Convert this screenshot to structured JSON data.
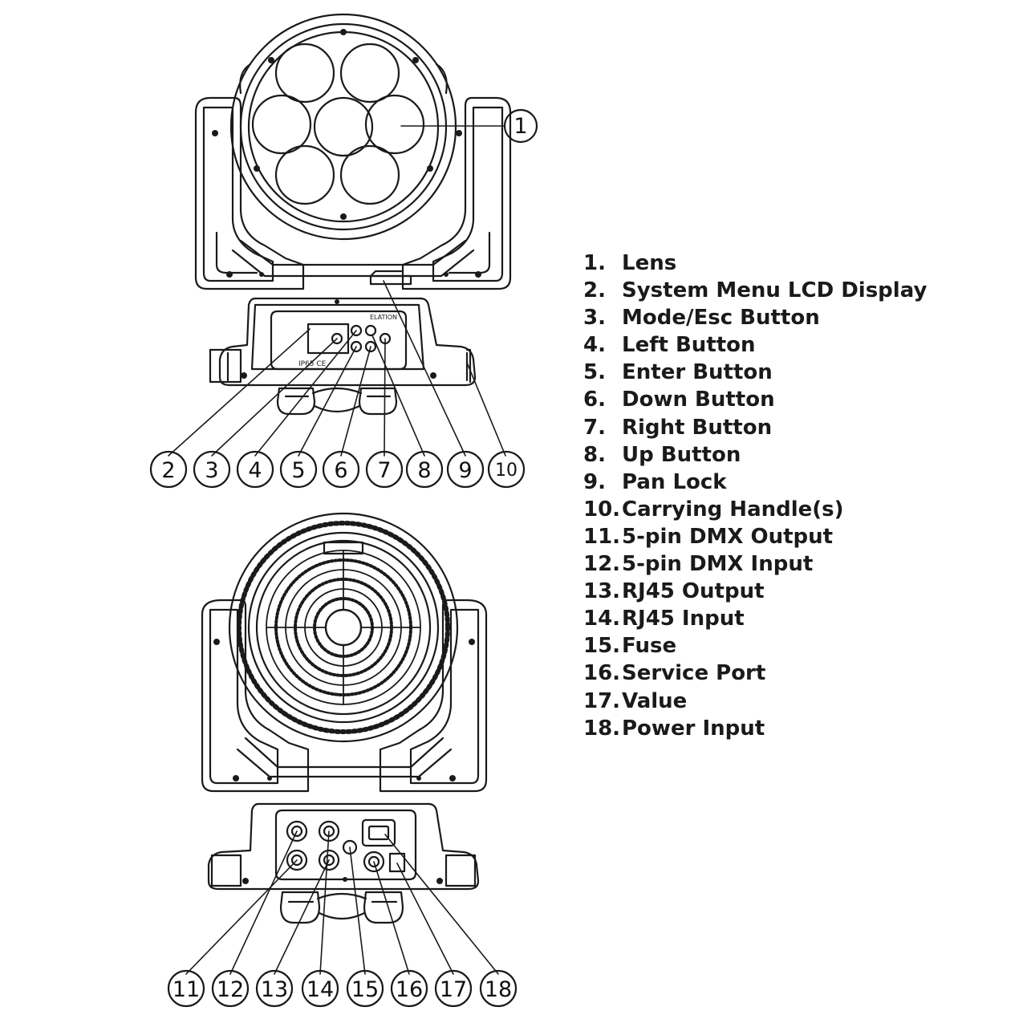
{
  "legend": [
    {
      "num": "1.",
      "label": "Lens"
    },
    {
      "num": "2.",
      "label": "System Menu LCD Display"
    },
    {
      "num": "3.",
      "label": "Mode/Esc Button"
    },
    {
      "num": "4.",
      "label": "Left Button"
    },
    {
      "num": "5.",
      "label": "Enter Button"
    },
    {
      "num": "6.",
      "label": "Down Button"
    },
    {
      "num": "7.",
      "label": "Right Button"
    },
    {
      "num": "8.",
      "label": "Up Button"
    },
    {
      "num": "9.",
      "label": "Pan Lock"
    },
    {
      "num": "10.",
      "label": "Carrying Handle(s)"
    },
    {
      "num": "11.",
      "label": "5-pin DMX Output"
    },
    {
      "num": "12.",
      "label": "5-pin DMX Input"
    },
    {
      "num": "13.",
      "label": "RJ45 Output"
    },
    {
      "num": "14.",
      "label": "RJ45 Input"
    },
    {
      "num": "15.",
      "label": "Fuse"
    },
    {
      "num": "16.",
      "label": "Service Port"
    },
    {
      "num": "17.",
      "label": "Value"
    },
    {
      "num": "18.",
      "label": "Power Input"
    }
  ],
  "front_callouts": [
    "1",
    "2",
    "3",
    "4",
    "5",
    "6",
    "7",
    "8",
    "9",
    "10"
  ],
  "rear_callouts": [
    "11",
    "12",
    "13",
    "14",
    "15",
    "16",
    "17",
    "18"
  ],
  "panel_marks": {
    "logo": "ELATION",
    "cert": "IP65 CE"
  }
}
